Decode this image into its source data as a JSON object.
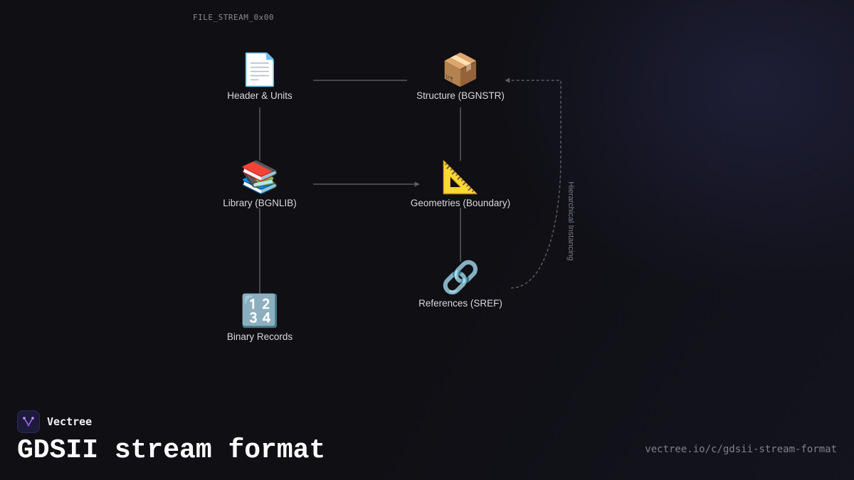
{
  "stream_label": "FILE_STREAM_0x00",
  "nodes": [
    {
      "icon": "📄",
      "icon_name": "document-icon",
      "label": "Header & Units"
    },
    {
      "icon": "📦",
      "icon_name": "package-icon",
      "label": "Structure (BGNSTR)"
    },
    {
      "icon": "📚",
      "icon_name": "books-icon",
      "label": "Library (BGNLIB)"
    },
    {
      "icon": "📐",
      "icon_name": "triangular-ruler-icon",
      "label": "Geometries (Boundary)"
    },
    {
      "icon": "🔗",
      "icon_name": "link-icon",
      "label": "References (SREF)"
    },
    {
      "icon": "🔢",
      "icon_name": "numbers-icon",
      "label": "Binary Records"
    }
  ],
  "loop_label": "Hierarchical Instancing",
  "brand": {
    "name": "Vectree",
    "logo_icon": "vectree-logo-icon",
    "accent": "#a06cf0"
  },
  "title": "GDSII stream format",
  "url": "vectree.io/c/gdsii-stream-format",
  "colors": {
    "background": "#0f0f14",
    "connector": "#5a5a62",
    "text": "#d8d8de",
    "muted": "#80808a"
  }
}
